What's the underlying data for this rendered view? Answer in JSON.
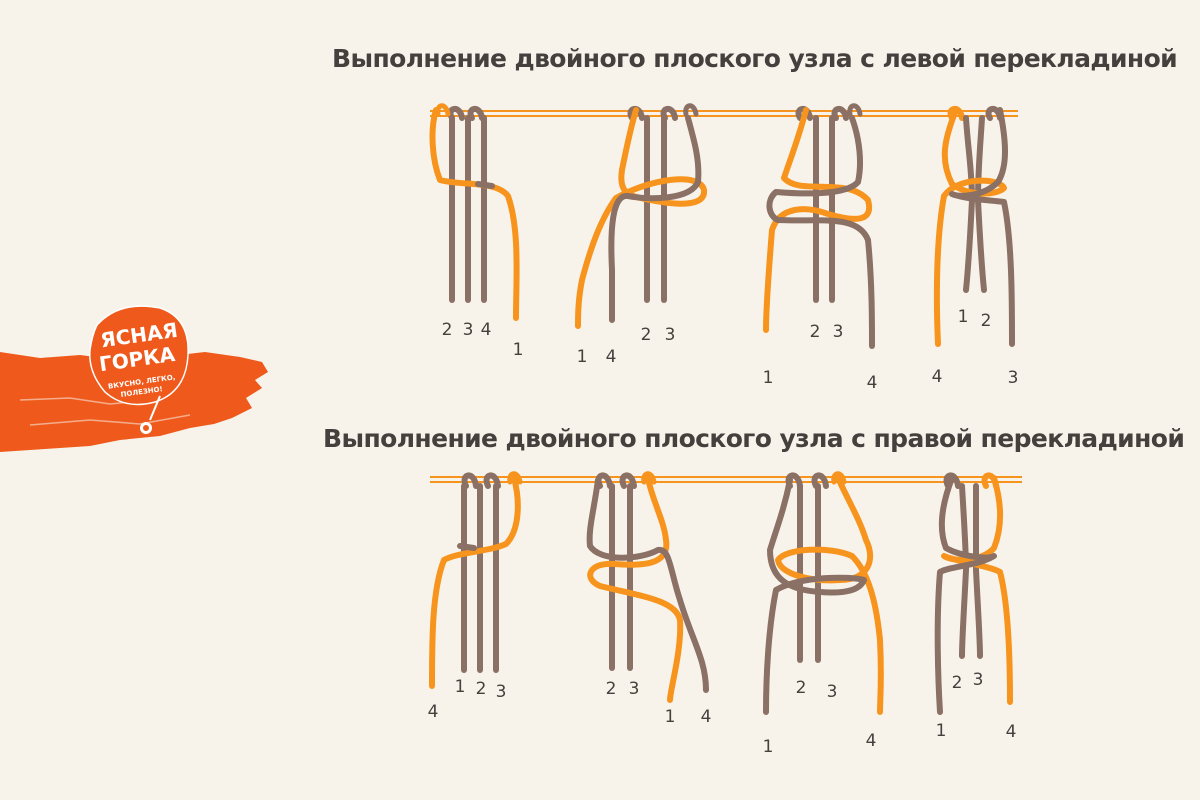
{
  "logo": {
    "line1": "ЯСНАЯ",
    "line2": "ГОРКА",
    "slogan1": "ВКУСНО, ЛЕГКО,",
    "slogan2": "ПОЛЕЗНО!"
  },
  "colors": {
    "background": "#f8f3ea",
    "cord_brown": "#8a7065",
    "cord_orange": "#f7941d",
    "brand_orange": "#ef5a1c",
    "text": "#45403d"
  },
  "sections": [
    {
      "title": "Выполнение двойного плоского узла с левой перекладиной",
      "steps": [
        {
          "labels": [
            "2",
            "3",
            "4",
            "1"
          ]
        },
        {
          "labels": [
            "1",
            "4",
            "2",
            "3"
          ]
        },
        {
          "labels": [
            "2",
            "3",
            "1",
            "4"
          ]
        },
        {
          "labels": [
            "1",
            "2",
            "4",
            "3"
          ]
        }
      ]
    },
    {
      "title": "Выполнение двойного плоского узла с правой перекладиной",
      "steps": [
        {
          "labels": [
            "1",
            "2",
            "3",
            "4"
          ]
        },
        {
          "labels": [
            "2",
            "3",
            "1",
            "4"
          ]
        },
        {
          "labels": [
            "2",
            "3",
            "1",
            "4"
          ]
        },
        {
          "labels": [
            "2",
            "3",
            "1",
            "4"
          ]
        }
      ]
    }
  ]
}
